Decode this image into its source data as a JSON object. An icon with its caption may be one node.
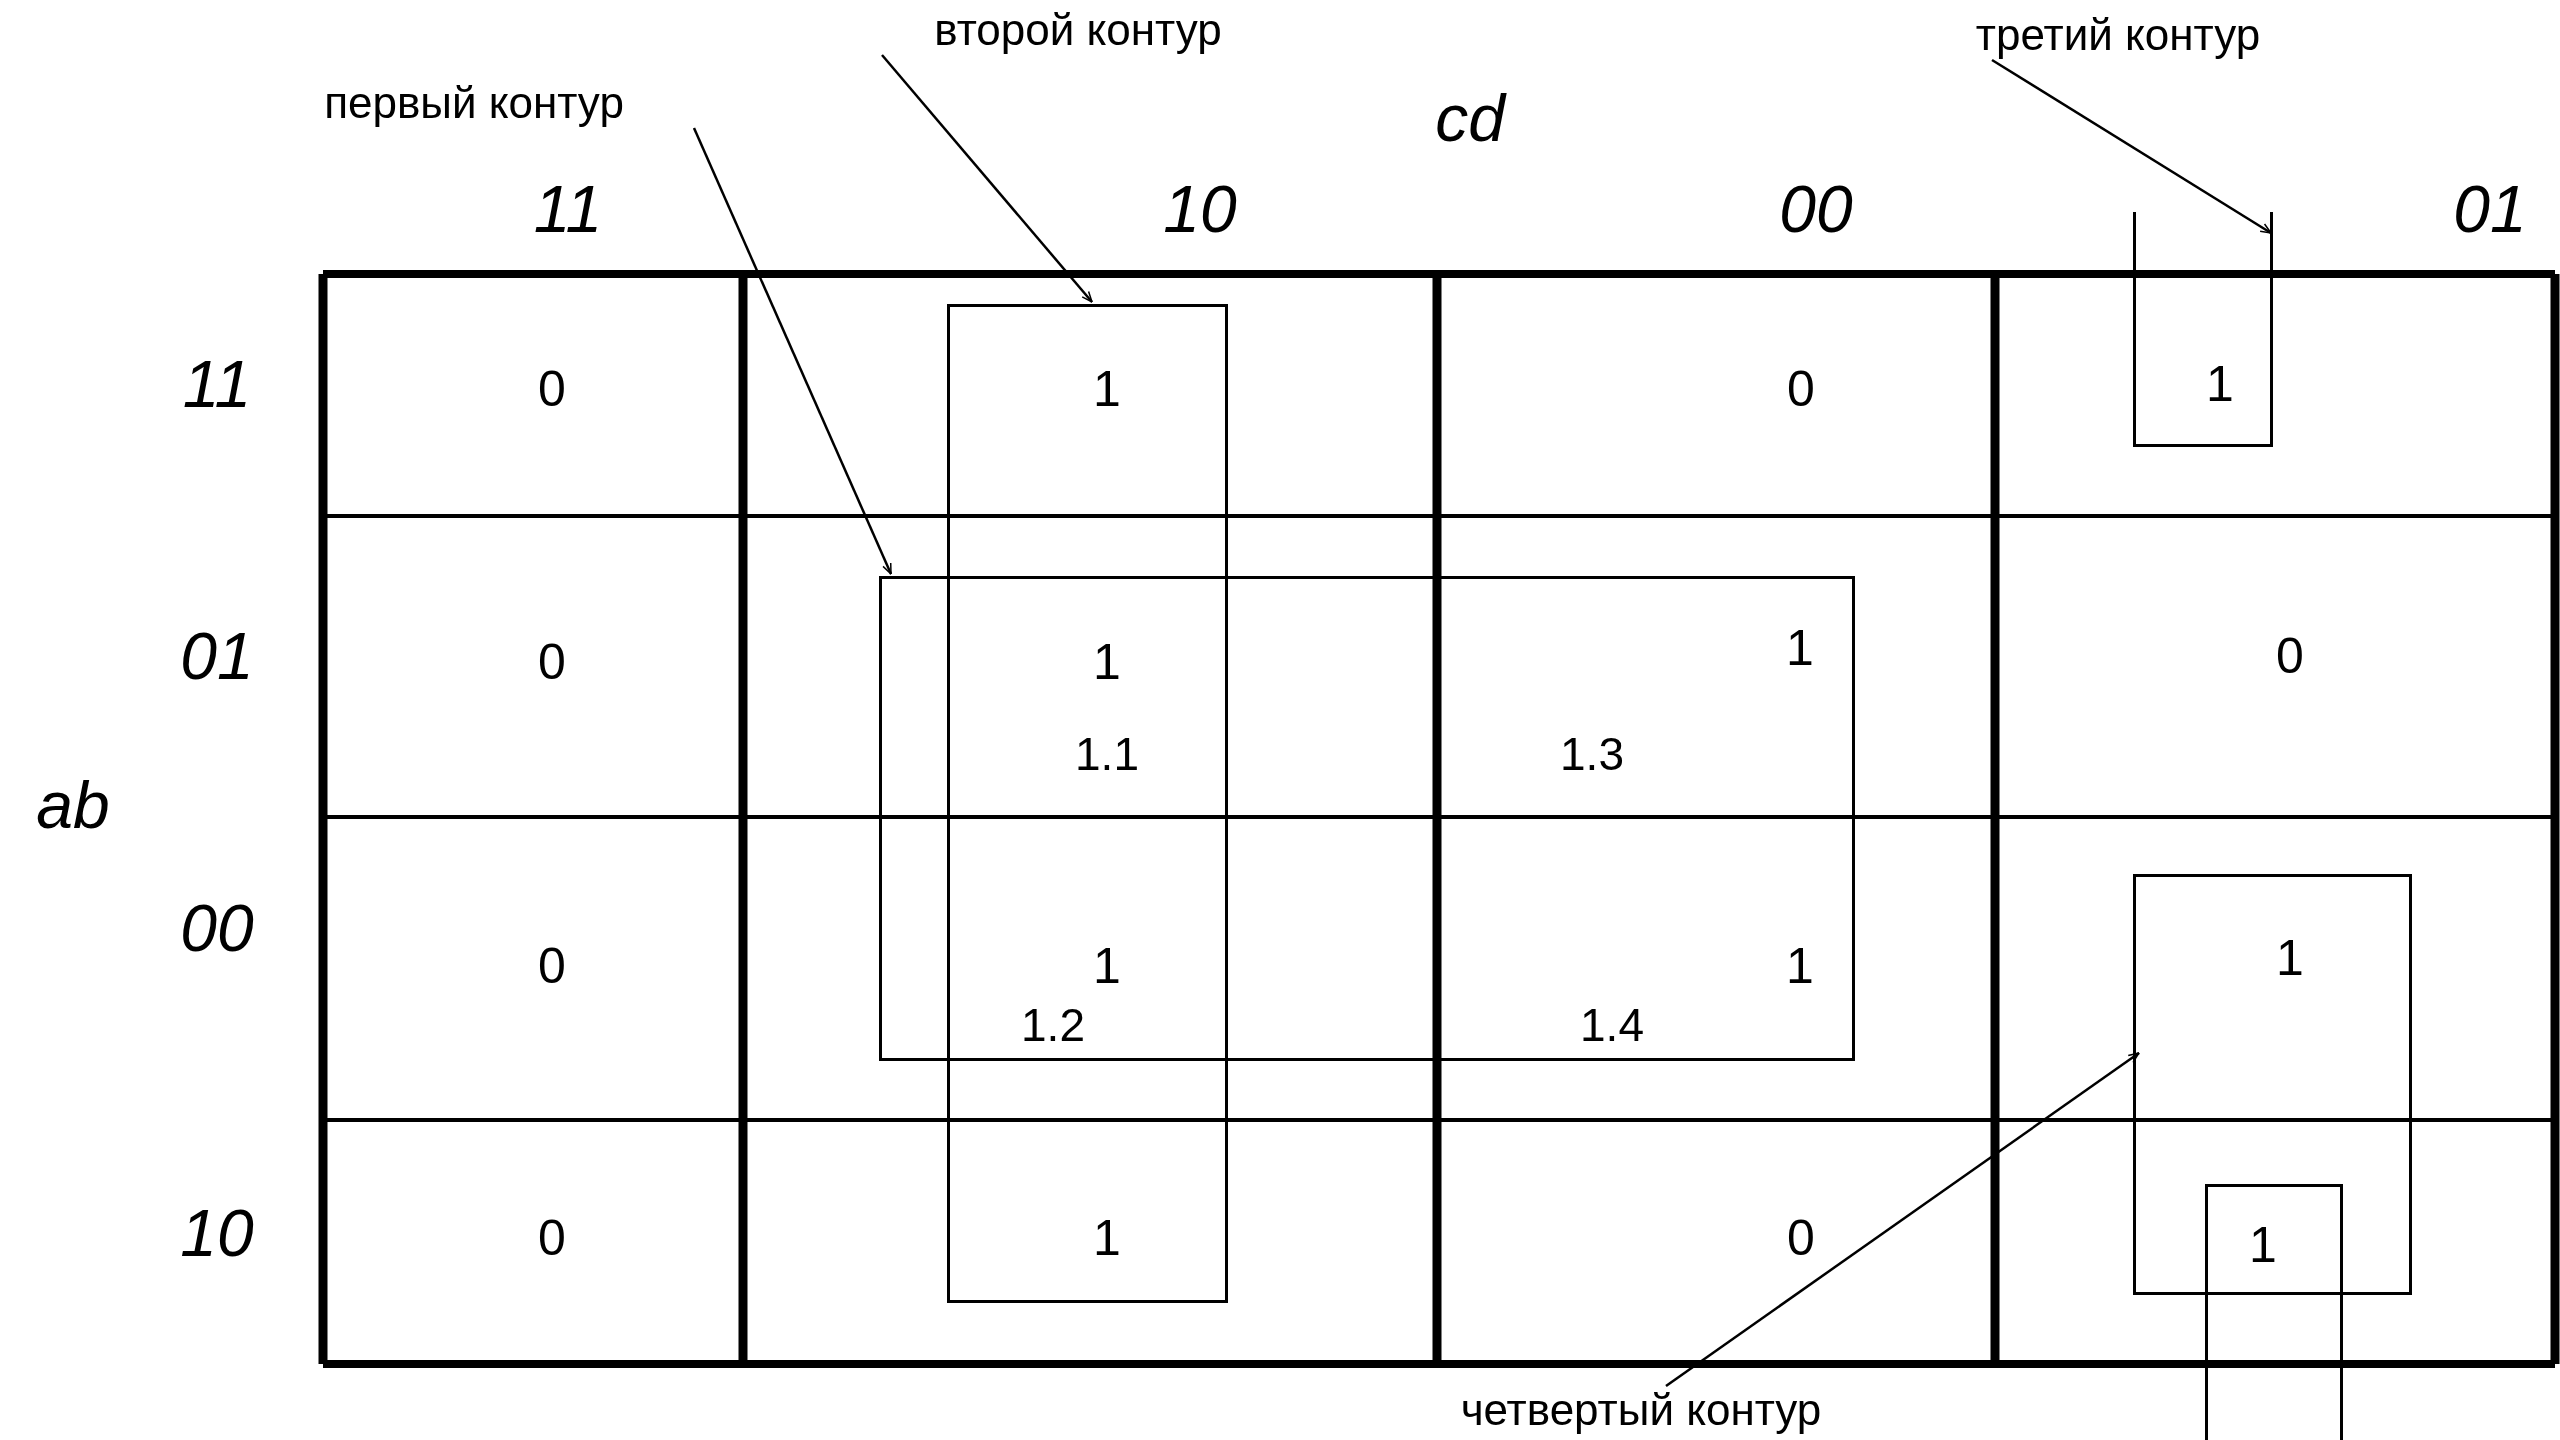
{
  "diagram": {
    "nodes": [
      {
        "text": [
          "первый контур"
        ]
      },
      {
        "text": [
          "второй контур"
        ]
      },
      {
        "text": [
          "третий контур"
        ]
      },
      {
        "text": [
          "четвертый контур"
        ]
      },
      {
        "text": [],
        "shape": "box"
      },
      {
        "text": [],
        "shape": "box"
      },
      {
        "text": [],
        "shape": "box"
      },
      {
        "text": [],
        "shape": "box"
      }
    ],
    "edges": [
      {
        "from": 0,
        "to": 4,
        "arrow": "to"
      },
      {
        "from": 1,
        "to": 5,
        "arrow": "to"
      },
      {
        "from": 2,
        "to": 6,
        "arrow": "to"
      },
      {
        "from": 3,
        "to": 7,
        "arrow": "to"
      }
    ],
    "labels": [
      "cd",
      "11",
      "10",
      "00",
      "01",
      "11",
      "0",
      "1",
      "0",
      "1",
      "01",
      "0",
      "1",
      "1",
      "0",
      "1.1",
      "1.3",
      "ab",
      "00",
      "0",
      "1",
      "1",
      "1",
      "1.2",
      "1.4",
      "10",
      "0",
      "1",
      "0",
      "1"
    ]
  }
}
